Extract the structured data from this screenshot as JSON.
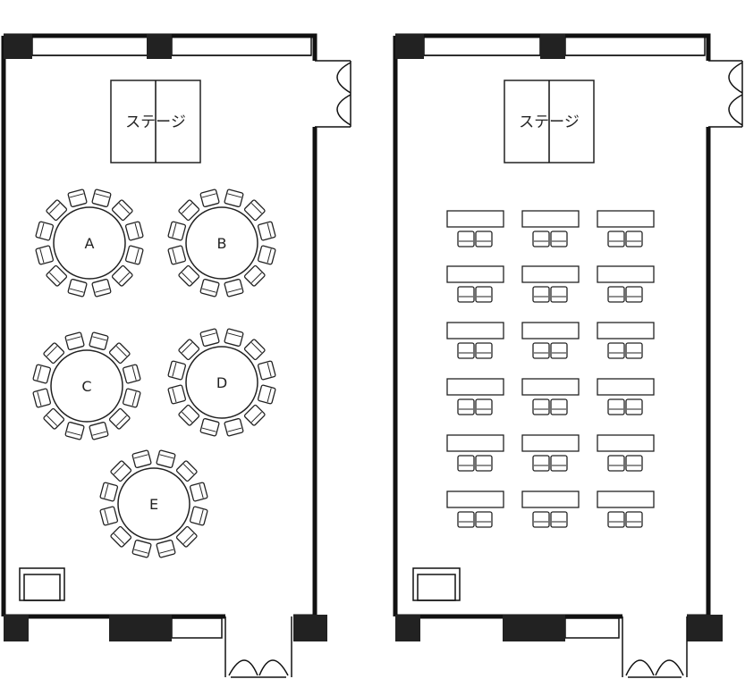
{
  "stage_label": "ステージ",
  "round_tables": [
    {
      "label": "A",
      "chairs": 12
    },
    {
      "label": "B",
      "chairs": 12
    },
    {
      "label": "C",
      "chairs": 12
    },
    {
      "label": "D",
      "chairs": 12
    },
    {
      "label": "E",
      "chairs": 12
    }
  ],
  "classroom": {
    "rows": 6,
    "columns": 3,
    "chairs_per_desk": 2
  }
}
